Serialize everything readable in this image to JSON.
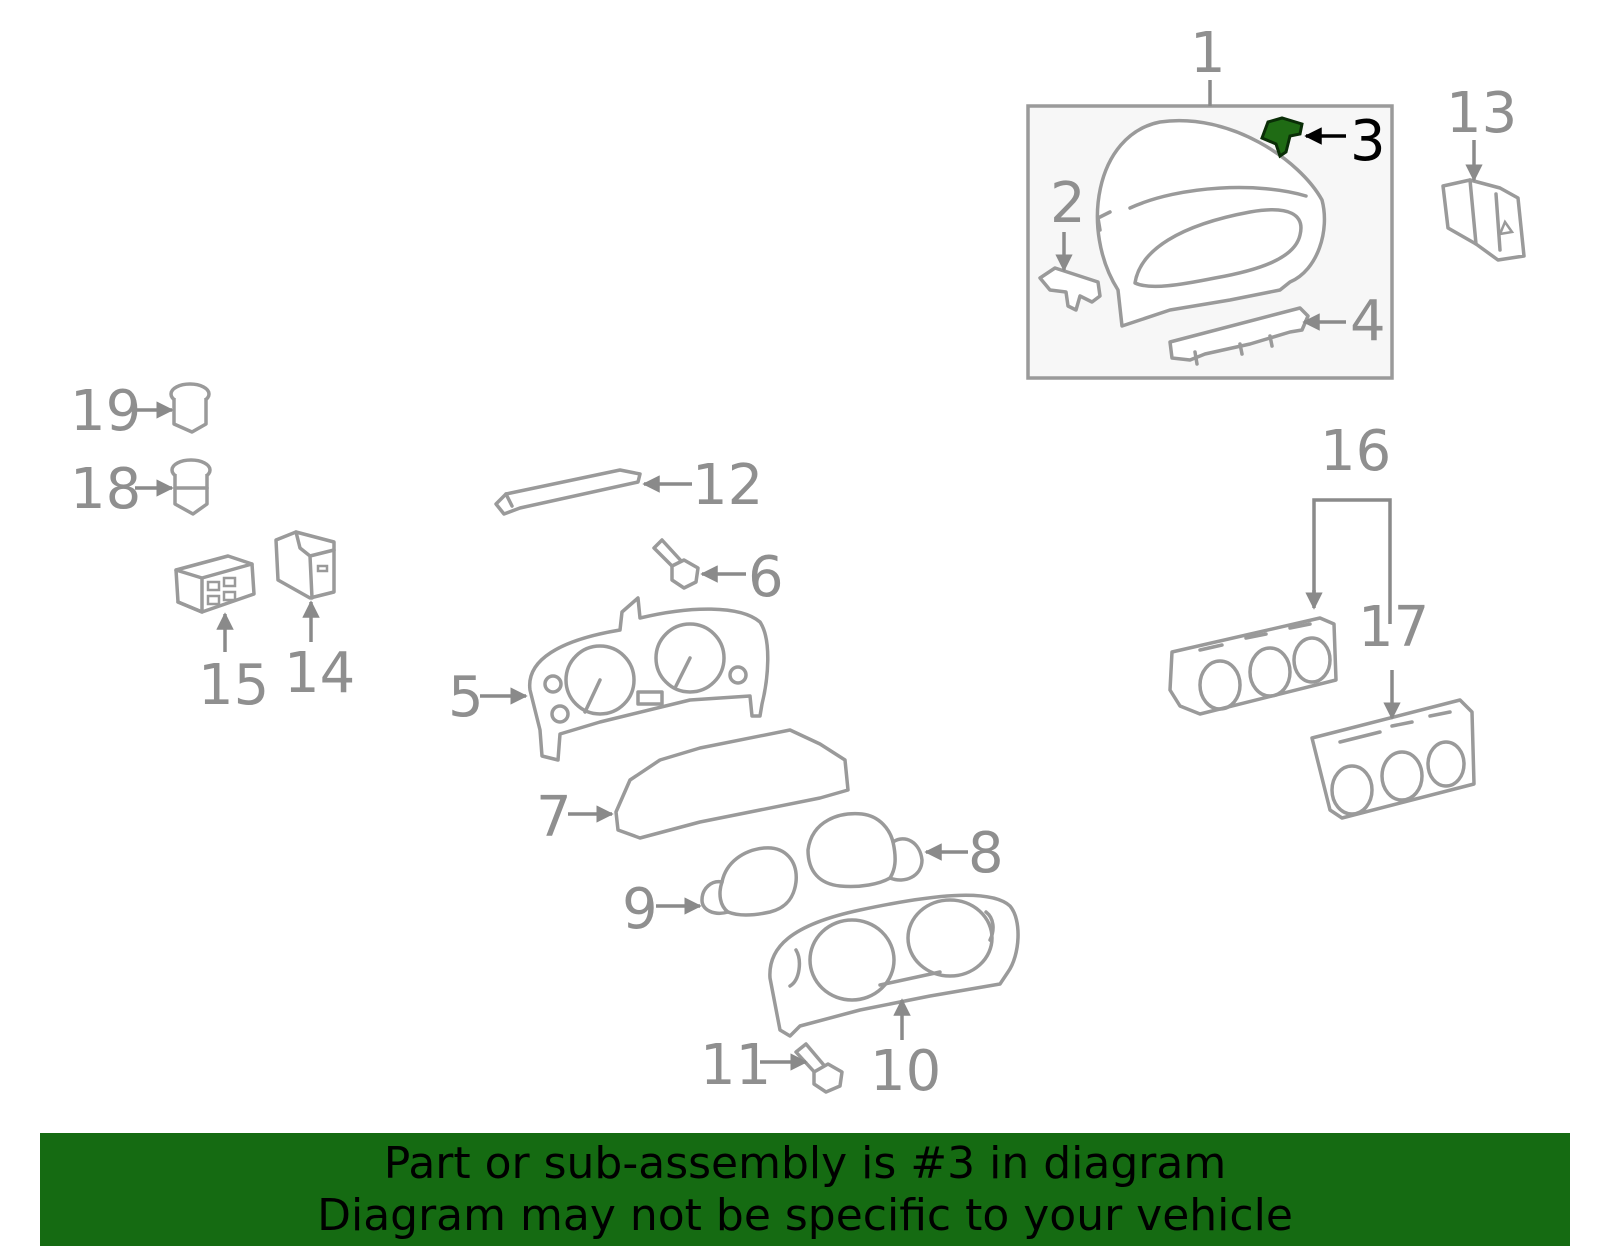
{
  "diagram": {
    "callouts": [
      "1",
      "2",
      "3",
      "4",
      "5",
      "6",
      "7",
      "8",
      "9",
      "10",
      "11",
      "12",
      "13",
      "14",
      "15",
      "16",
      "17",
      "18",
      "19"
    ],
    "highlighted_part": "3",
    "highlight_color": "#1f6b14",
    "line_color": "#9a9a9a"
  },
  "banner": {
    "line1": "Part or sub-assembly is #3 in diagram",
    "line2": "Diagram may not be specific to your vehicle",
    "background": "#156b12"
  }
}
